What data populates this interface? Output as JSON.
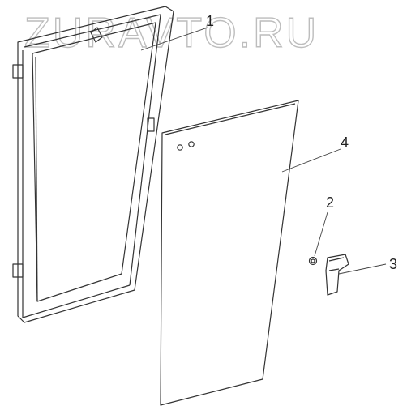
{
  "watermark": "ZURAVTO.RU",
  "callouts": [
    {
      "id": "1"
    },
    {
      "id": "2"
    },
    {
      "id": "3"
    },
    {
      "id": "4"
    }
  ],
  "colors": {
    "line": "#333333",
    "frame_fill": "#f2f2f2",
    "watermark": "#bdbdbd"
  }
}
